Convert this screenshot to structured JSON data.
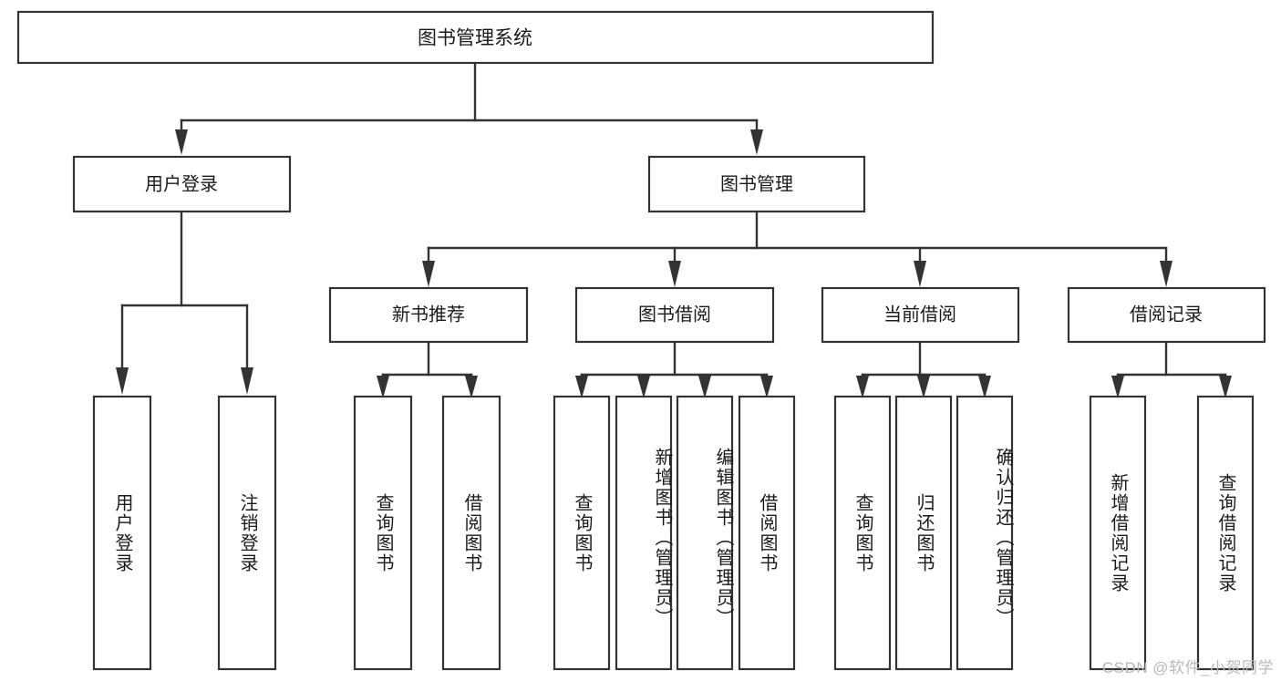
{
  "diagram": {
    "type": "tree-hierarchy",
    "title": "图书管理系统",
    "watermark": "CSDN @软件_小贺同学",
    "colors": {
      "background": "#ffffff",
      "stroke": "#333333",
      "box_fill": "#ffffff",
      "text": "#1a1a1a",
      "watermark": "#b9b9b9"
    },
    "root": {
      "label": "图书管理系统"
    },
    "level2": [
      {
        "label": "用户登录"
      },
      {
        "label": "图书管理"
      }
    ],
    "level3": [
      {
        "label": "新书推荐"
      },
      {
        "label": "图书借阅"
      },
      {
        "label": "当前借阅"
      },
      {
        "label": "借阅记录"
      }
    ],
    "leaves": {
      "user_login": [
        {
          "label": "用户登录"
        },
        {
          "label": "注销登录"
        }
      ],
      "new_book_recommend": [
        {
          "label": "查询图书"
        },
        {
          "label": "借阅图书"
        }
      ],
      "book_borrow": [
        {
          "label": "查询图书"
        },
        {
          "label": "新增图书（管理员）"
        },
        {
          "label": "编辑图书（管理员）"
        },
        {
          "label": "借阅图书"
        }
      ],
      "current_borrow": [
        {
          "label": "查询图书"
        },
        {
          "label": "归还图书"
        },
        {
          "label": "确认归还（管理员）"
        }
      ],
      "borrow_record": [
        {
          "label": "新增借阅记录"
        },
        {
          "label": "查询借阅记录"
        }
      ]
    }
  }
}
